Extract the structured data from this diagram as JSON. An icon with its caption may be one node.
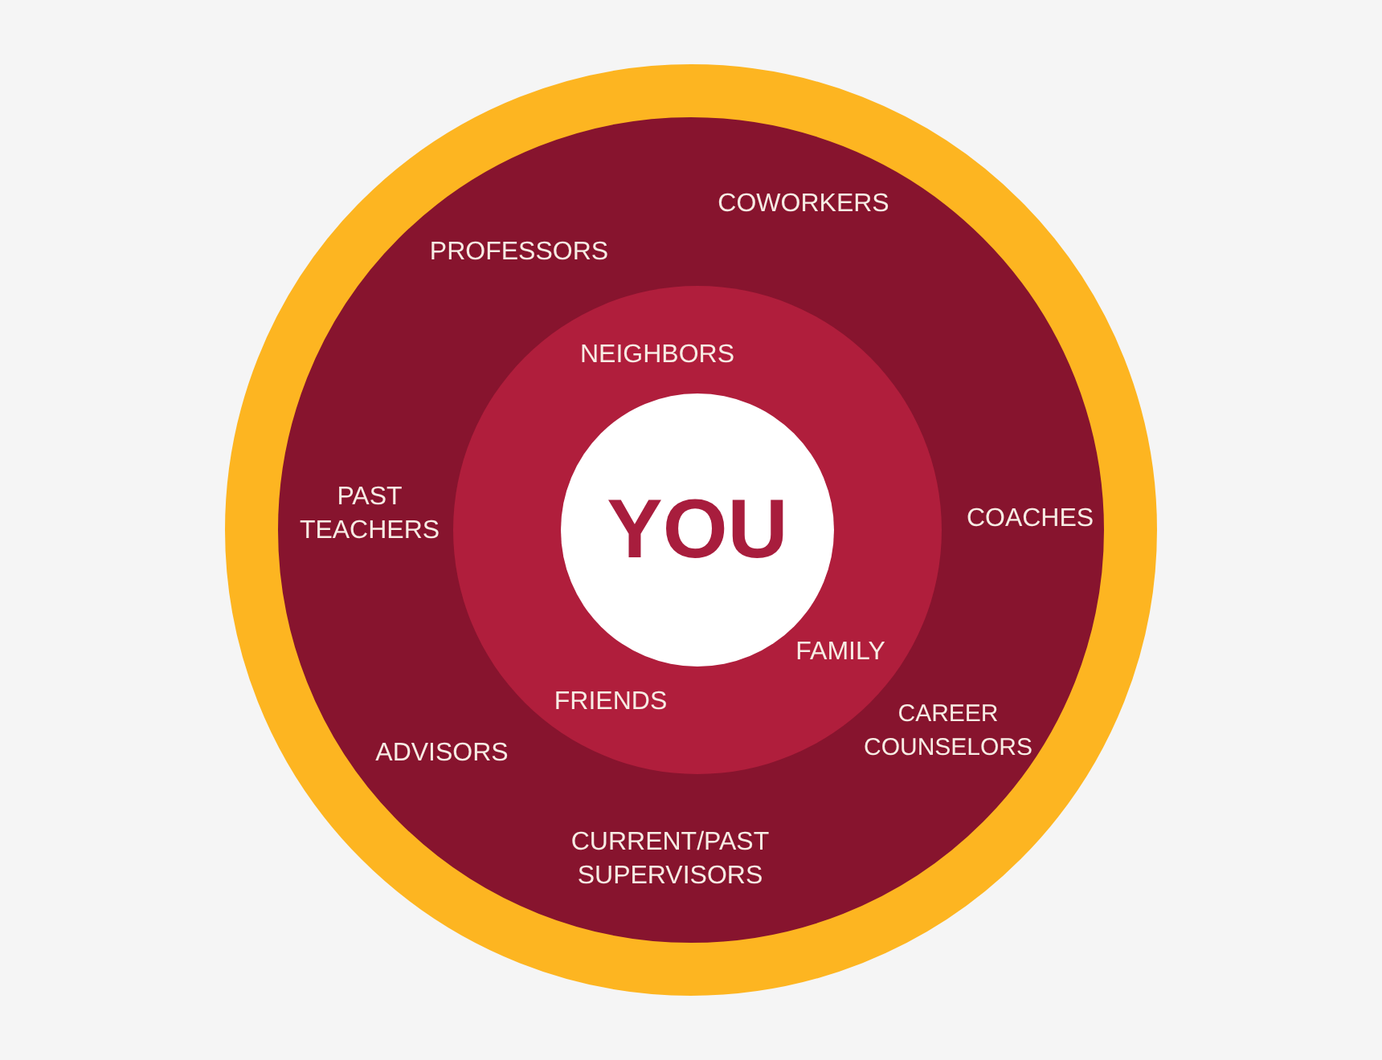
{
  "diagram": {
    "nodes": [
      {
        "text": [
          "COWORKERS",
          "PROFESSORS",
          "PAST TEACHERS",
          "COACHES",
          "ADVISORS",
          "CAREER COUNSELORS",
          "CURRENT/PAST SUPERVISORS"
        ]
      },
      {
        "text": [
          "NEIGHBORS",
          "FAMILY",
          "FRIENDS"
        ],
        "in": 0
      },
      {
        "text": [
          "YOU"
        ],
        "in": 1
      }
    ]
  }
}
